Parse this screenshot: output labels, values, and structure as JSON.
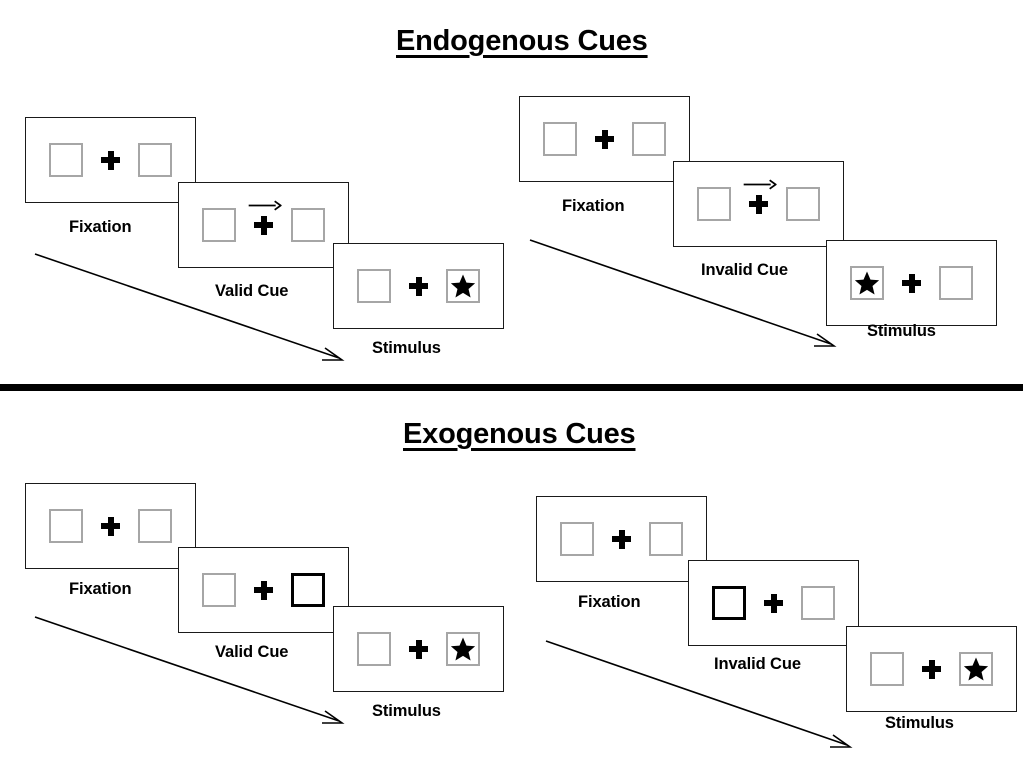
{
  "figure": {
    "title_top": "Endogenous Cues",
    "title_bottom": "Exogenous Cues",
    "divider_color": "#000000"
  },
  "colors": {
    "panel_border": "#1a1a1a",
    "placeholder_border": "#a6a6a6",
    "cued_border": "#000000",
    "stimulus_fill": "#000000",
    "background": "#ffffff"
  },
  "icons": {
    "fixation_cross": "plus-icon",
    "cue_arrow": "arrow-right-icon",
    "stimulus": "star-icon",
    "timeline": "arrow-diagonal-icon"
  },
  "sections": [
    {
      "id": "endogenous",
      "title": "Endogenous Cues",
      "columns": [
        {
          "id": "endogenous-valid",
          "panels": [
            {
              "caption": "Fixation",
              "cue": "none",
              "stimulus": "none"
            },
            {
              "caption": "Valid Cue",
              "cue": "arrow-right",
              "stimulus": "none"
            },
            {
              "caption": "Stimulus",
              "cue": "none",
              "stimulus": "right"
            }
          ]
        },
        {
          "id": "endogenous-invalid",
          "panels": [
            {
              "caption": "Fixation",
              "cue": "none",
              "stimulus": "none"
            },
            {
              "caption": "Invalid Cue",
              "cue": "arrow-right",
              "stimulus": "none"
            },
            {
              "caption": "Stimulus",
              "cue": "none",
              "stimulus": "left"
            }
          ]
        }
      ]
    },
    {
      "id": "exogenous",
      "title": "Exogenous Cues",
      "columns": [
        {
          "id": "exogenous-valid",
          "panels": [
            {
              "caption": "Fixation",
              "cue": "none",
              "stimulus": "none"
            },
            {
              "caption": "Valid Cue",
              "cue": "box-right",
              "stimulus": "none"
            },
            {
              "caption": "Stimulus",
              "cue": "none",
              "stimulus": "right"
            }
          ]
        },
        {
          "id": "exogenous-invalid",
          "panels": [
            {
              "caption": "Fixation",
              "cue": "none",
              "stimulus": "none"
            },
            {
              "caption": "Invalid Cue",
              "cue": "box-left",
              "stimulus": "none"
            },
            {
              "caption": "Stimulus",
              "cue": "none",
              "stimulus": "right"
            }
          ]
        }
      ]
    }
  ],
  "labels": {
    "fixation": "Fixation",
    "valid_cue": "Valid Cue",
    "invalid_cue": "Invalid Cue",
    "stimulus": "Stimulus"
  }
}
